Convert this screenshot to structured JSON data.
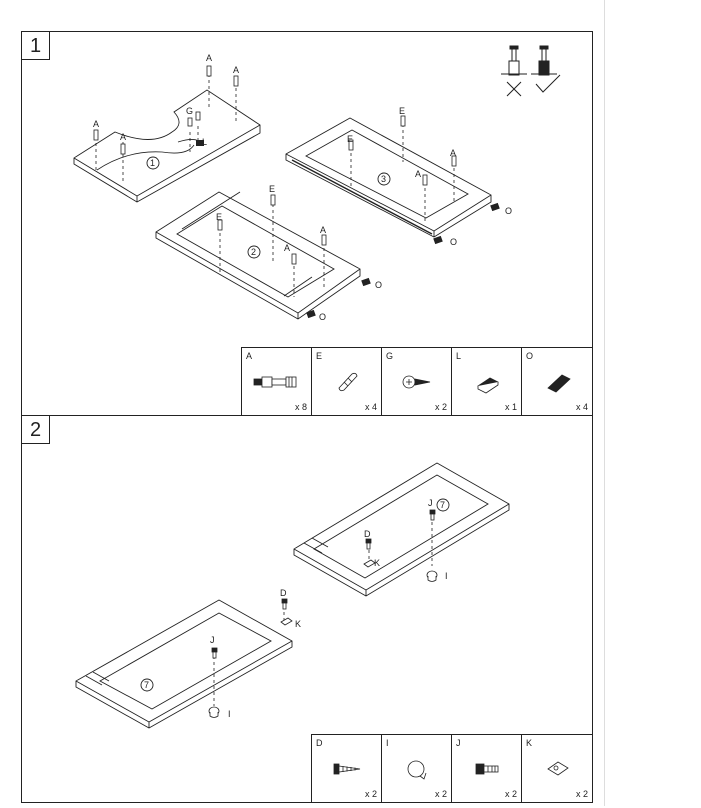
{
  "steps": [
    {
      "number": "1",
      "callouts": {
        "a": "A",
        "e": "E",
        "g": "G",
        "l": "L",
        "o": "O"
      },
      "panels": [
        "1",
        "2",
        "3"
      ],
      "parts": [
        {
          "letter": "A",
          "qty": "x 8",
          "icon": "cam-bolt-icon"
        },
        {
          "letter": "E",
          "qty": "x 4",
          "icon": "wooden-dowel-icon"
        },
        {
          "letter": "G",
          "qty": "x 2",
          "icon": "screw-icon"
        },
        {
          "letter": "L",
          "qty": "x 1",
          "icon": "cable-clip-icon"
        },
        {
          "letter": "O",
          "qty": "x 4",
          "icon": "felt-pad-icon"
        }
      ]
    },
    {
      "number": "2",
      "callouts": {
        "d": "D",
        "j": "J",
        "k": "K",
        "i": "I"
      },
      "panels": [
        "7",
        "7"
      ],
      "parts": [
        {
          "letter": "D",
          "qty": "x 2",
          "icon": "wood-screw-icon"
        },
        {
          "letter": "I",
          "qty": "x 2",
          "icon": "knob-icon"
        },
        {
          "letter": "J",
          "qty": "x 2",
          "icon": "machine-screw-icon"
        },
        {
          "letter": "K",
          "qty": "x 2",
          "icon": "stop-plate-icon"
        }
      ]
    }
  ],
  "icons": {
    "do_not": "cross-mark-icon",
    "do": "check-mark-icon"
  }
}
